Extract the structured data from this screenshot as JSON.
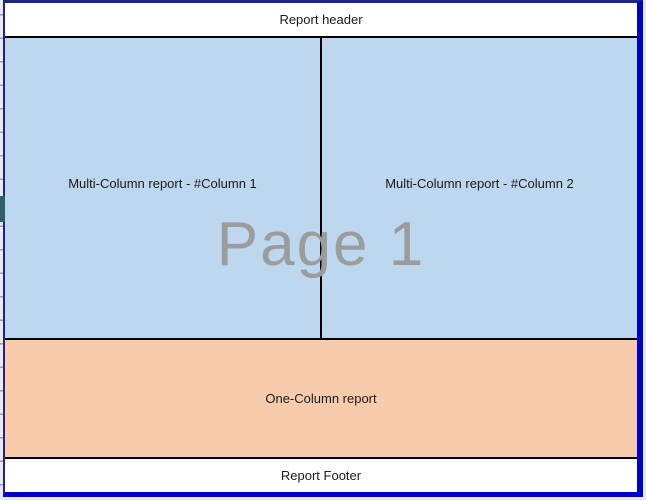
{
  "report_preview": {
    "watermark_text": "Page 1",
    "header": {
      "label": "Report header"
    },
    "columns": [
      {
        "label": "Multi-Column report - #Column 1"
      },
      {
        "label": "Multi-Column report - #Column 2"
      }
    ],
    "one_column": {
      "label": "One-Column report"
    },
    "footer": {
      "label": "Report Footer"
    },
    "colors": {
      "multi_column_fill": "#bdd7ee",
      "one_column_fill": "#f8cbad",
      "header_footer_fill": "#ffffff",
      "section_separator": "#000000",
      "page_border_dark": "#22228c",
      "page_border_bright": "#0101c8",
      "watermark_text_color": "#9c9c9c",
      "edge_marker": "#2f6068",
      "outer_background": "#e9e9f2"
    }
  }
}
